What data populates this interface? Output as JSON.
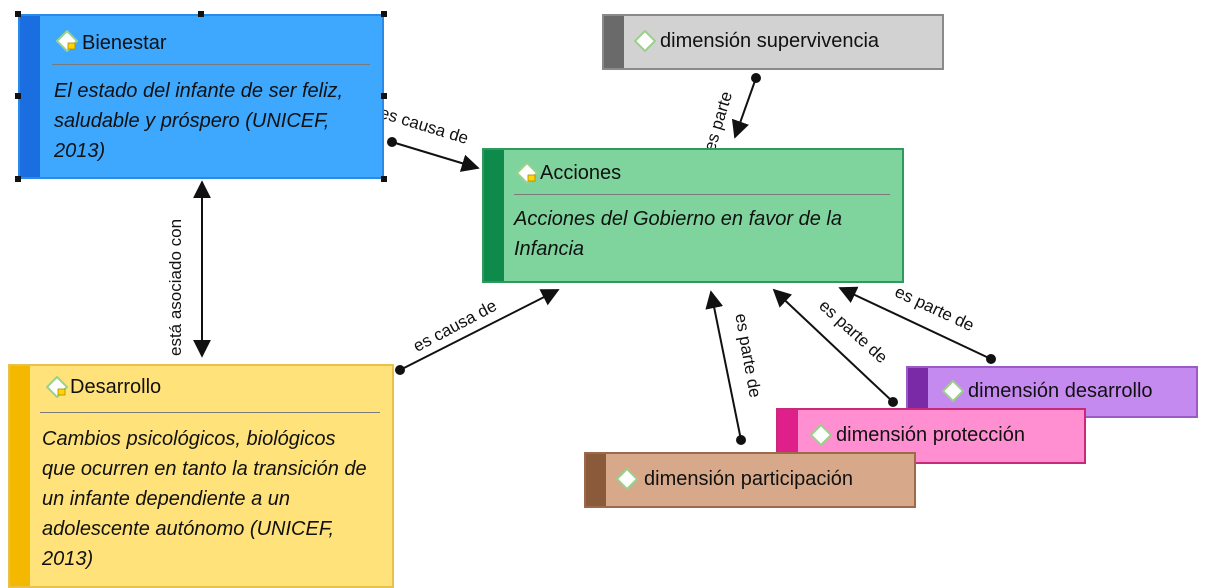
{
  "nodes": {
    "bienestar": {
      "title": "Bienestar",
      "description": "El estado del infante de ser feliz, saludable y próspero (UNICEF, 2013)",
      "fill": "#3ea8ff",
      "bar": "#1a6ee0",
      "border": "#2a8ae8"
    },
    "acciones": {
      "title": "Acciones",
      "description": "Acciones del Gobierno en favor de la Infancia",
      "fill": "#7fd49e",
      "bar": "#0e8a4a",
      "border": "#2f9a5e"
    },
    "desarrollo": {
      "title": "Desarrollo",
      "description": "Cambios psicológicos, biológicos que ocurren en tanto la transición de un infante dependiente a un adolescente autónomo (UNICEF, 2013)",
      "fill": "#ffe27a",
      "bar": "#f5b800",
      "border": "#e6c24a"
    },
    "supervivencia": {
      "title": "dimensión supervivencia",
      "fill": "#d2d2d2",
      "bar": "#6a6a6a",
      "border": "#8a8a8a"
    },
    "desarrollo_dim": {
      "title": "dimensión desarrollo",
      "fill": "#c58af0",
      "bar": "#7a2aa6",
      "border": "#9a5ac8"
    },
    "proteccion": {
      "title": "dimensión protección",
      "fill": "#ff8fd0",
      "bar": "#e0208a",
      "border": "#c82a7a"
    },
    "participacion": {
      "title": "dimensión participación",
      "fill": "#d7a98a",
      "bar": "#8a5a3a",
      "border": "#9a6a4a"
    }
  },
  "edges": {
    "bienestar_acciones": "es causa de",
    "desarrollo_acciones": "es causa de",
    "bienestar_desarrollo": "está asociado con",
    "supervivencia_acciones": "es parte",
    "participacion_acciones": "es parte de",
    "proteccion_acciones": "es parte de",
    "desarrollo_dim_acciones": "es parte de"
  }
}
